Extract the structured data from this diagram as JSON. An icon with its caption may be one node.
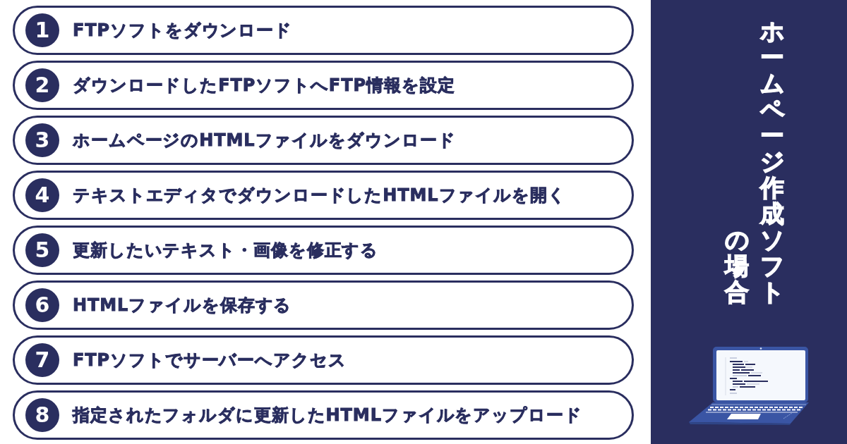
{
  "diagram": {
    "title": "ホームページ作成ソフトの場合",
    "nodes": [
      {
        "text": [
          "FTPソフトをダウンロード"
        ]
      },
      {
        "text": [
          "1"
        ],
        "in": 0
      },
      {
        "text": [
          "ダウンロードしたFTPソフトへFTP情報を設定"
        ]
      },
      {
        "text": [
          "2"
        ],
        "in": 2
      },
      {
        "text": [
          "ホームページのHTMLファイルをダウンロード"
        ]
      },
      {
        "text": [
          "3"
        ],
        "in": 4
      },
      {
        "text": [
          "テキストエディタでダウンロードしたHTMLファイルを開く"
        ]
      },
      {
        "text": [
          "4"
        ],
        "in": 6
      },
      {
        "text": [
          "更新したいテキスト・画像を修正する"
        ]
      },
      {
        "text": [
          "5"
        ],
        "in": 8
      },
      {
        "text": [
          "HTMLファイルを保存する"
        ]
      },
      {
        "text": [
          "6"
        ],
        "in": 10
      },
      {
        "text": [
          "FTPソフトでサーバーへアクセス"
        ]
      },
      {
        "text": [
          "7"
        ],
        "in": 12
      },
      {
        "text": [
          "指定されたフォルダに更新したHTMLファイルをアップロード"
        ]
      },
      {
        "text": [
          "8"
        ],
        "in": 14
      }
    ]
  }
}
